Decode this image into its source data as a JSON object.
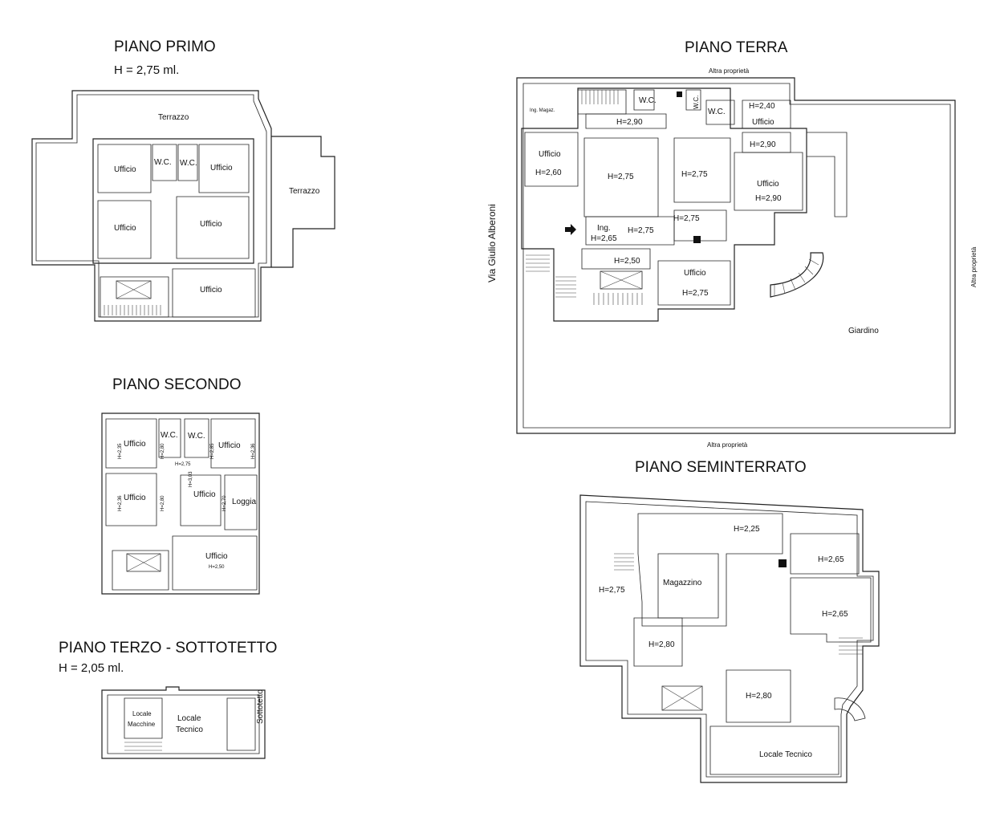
{
  "plans": {
    "primo": {
      "title": "PIANO PRIMO",
      "height": "H = 2,75 ml.",
      "rooms": [
        "Terrazzo",
        "Ufficio",
        "W.C.",
        "W.C.",
        "Ufficio",
        "Terrazzo",
        "Ufficio",
        "Ufficio",
        "Ufficio"
      ]
    },
    "terra": {
      "title": "PIANO TERRA",
      "north": "Altra proprietà",
      "south": "Altra proprietà",
      "east": "Altra proprietà",
      "street": "Via Giulio Alberoni",
      "rooms": [
        "Ing. Magaz.",
        "W.C.",
        "W.C.",
        "W.C.",
        "H=2,40",
        "Ufficio",
        "H=2,90",
        "H=2,90",
        "Ufficio",
        "H=2,60",
        "H=2,75",
        "H=2,75",
        "Ufficio",
        "H=2,90",
        "H=2,75",
        "Ing.",
        "H=2,65",
        "H=2,75",
        "H=2,50",
        "Ufficio",
        "H=2,75",
        "Giardino"
      ]
    },
    "secondo": {
      "title": "PIANO SECONDO",
      "rooms": [
        "Ufficio",
        "W.C.",
        "W.C.",
        "Ufficio",
        "H=2,35",
        "H=2,80",
        "H=2,75",
        "H=2,85",
        "H=2,36",
        "Ufficio",
        "H=3,03",
        "Ufficio",
        "Loggia",
        "H=2,36",
        "H=2,80",
        "H=2,70",
        "Ufficio",
        "H=2,50"
      ]
    },
    "seminterrato": {
      "title": "PIANO SEMINTERRATO",
      "rooms": [
        "H=2,25",
        "H=2,65",
        "Magazzino",
        "H=2,75",
        "H=2,65",
        "H=2,80",
        "H=2,80",
        "Locale Tecnico"
      ]
    },
    "terzo": {
      "title": "PIANO TERZO - SOTTOTETTO",
      "height": "H = 2,05 ml.",
      "rooms": [
        "Locale",
        "Macchine",
        "Locale",
        "Tecnico",
        "Sottotetto"
      ]
    }
  }
}
